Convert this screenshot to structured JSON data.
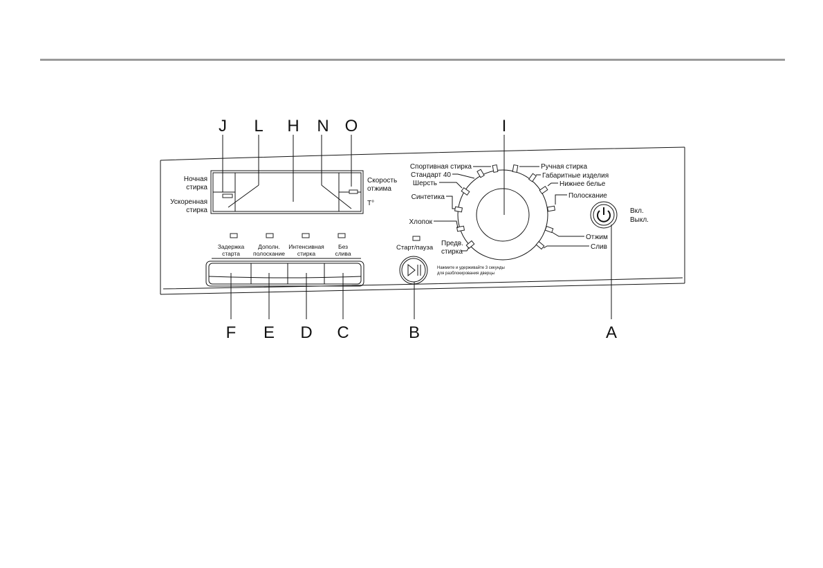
{
  "letters": {
    "J": "J",
    "L": "L",
    "H": "H",
    "N": "N",
    "O": "O",
    "I": "I",
    "F": "F",
    "E": "E",
    "D": "D",
    "C": "C",
    "B": "B",
    "A": "A"
  },
  "left_buttons": {
    "night_wash": [
      "Ночная",
      "стирка"
    ],
    "quick_wash": [
      "Ускоренная",
      "стирка"
    ]
  },
  "right_buttons": {
    "spin_speed": [
      "Скорость",
      "отжима"
    ],
    "temperature": "T°"
  },
  "option_buttons": {
    "delay_start": [
      "Задержка",
      "старта"
    ],
    "extra_rinse": [
      "Дополн.",
      "полоскание"
    ],
    "intensive_wash": [
      "Интенсивная",
      "стирка"
    ],
    "no_drain": [
      "Без",
      "слива"
    ]
  },
  "start_pause": {
    "label": "Старт/пауза",
    "note": [
      "Нажмите и удерживайте 3 секунды",
      "для разблокирования дверцы"
    ]
  },
  "power": {
    "label": [
      "Вкл.",
      "Выкл."
    ]
  },
  "programs": {
    "sport": "Спортивная стирка",
    "standard40": "Стандарт 40",
    "wool": "Шерсть",
    "synthetics": "Синтетика",
    "cotton": "Хлопок",
    "prewash": [
      "Предв.",
      "стирка"
    ],
    "handwash": "Ручная стирка",
    "bulky": "Габаритные изделия",
    "lingerie": "Нижнее белье",
    "rinse": "Полоскание",
    "spin": "Отжим",
    "drain": "Слив"
  }
}
